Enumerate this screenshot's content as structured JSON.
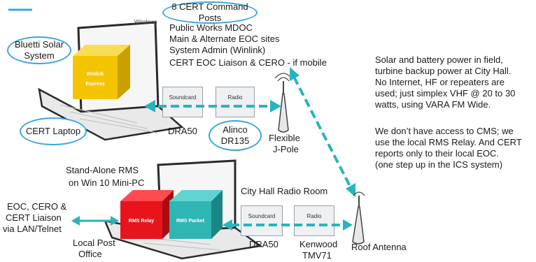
{
  "top_laptop": {
    "os_label": "Windows",
    "bluetti_label": "Bluetti Solar System",
    "app_label_1": "Winlink",
    "app_label_2": "Express",
    "laptop_label": "CERT Laptop"
  },
  "command_posts": {
    "title": "8 CERT Command Posts",
    "lines": [
      "Public Works MDOC",
      "Main & Alternate EOC sites",
      "System Admin (Winlink)",
      "CERT EOC Liaison & CERO -  if mobile"
    ]
  },
  "top_chain": {
    "soundcard_label": "Soundcard",
    "radio_label": "Radio",
    "dra_label": "DRA50",
    "radio_model_1": "Alinco",
    "radio_model_2": "DR135",
    "antenna_label_1": "Flexible",
    "antenna_label_2": "J-Pole"
  },
  "notes": {
    "para1": [
      "Solar and battery power in field,",
      "turbine backup power at City Hall.",
      "No Internet, HF or repeaters are",
      "used; just simplex VHF @ 20 to 30",
      "watts, using VARA FM Wide."
    ],
    "para2": [
      "We don’t have access to CMS; we",
      "use the local RMS Relay. And CERT",
      "reports only to their local EOC.",
      "(one step up in the ICS system)"
    ]
  },
  "bottom_laptop": {
    "title_1": "Stand-Alone RMS",
    "title_2": "on Win 10 Mini-PC",
    "relay_label": "RMS Relay",
    "packet_label": "RMS Packet",
    "post_office_1": "Local Post",
    "post_office_2": "Office"
  },
  "eoc": {
    "line1": "EOC, CERO &",
    "line2": "CERT Liaison",
    "line3": "via LAN/Telnet"
  },
  "bottom_chain": {
    "room_label": "City Hall Radio Room",
    "soundcard_label": "Soundcard",
    "radio_label": "Radio",
    "dra_label": "DRA50",
    "radio_model_1": "Kenwood",
    "radio_model_2": "TMV71",
    "antenna_label": "Roof Antenna"
  },
  "colors": {
    "accent_blue": "#39a7e0",
    "arrow_teal": "#2ab3bd",
    "winlink_yellow": "#f5c400",
    "relay_red": "#e8141c",
    "packet_teal": "#2fb6b4"
  }
}
